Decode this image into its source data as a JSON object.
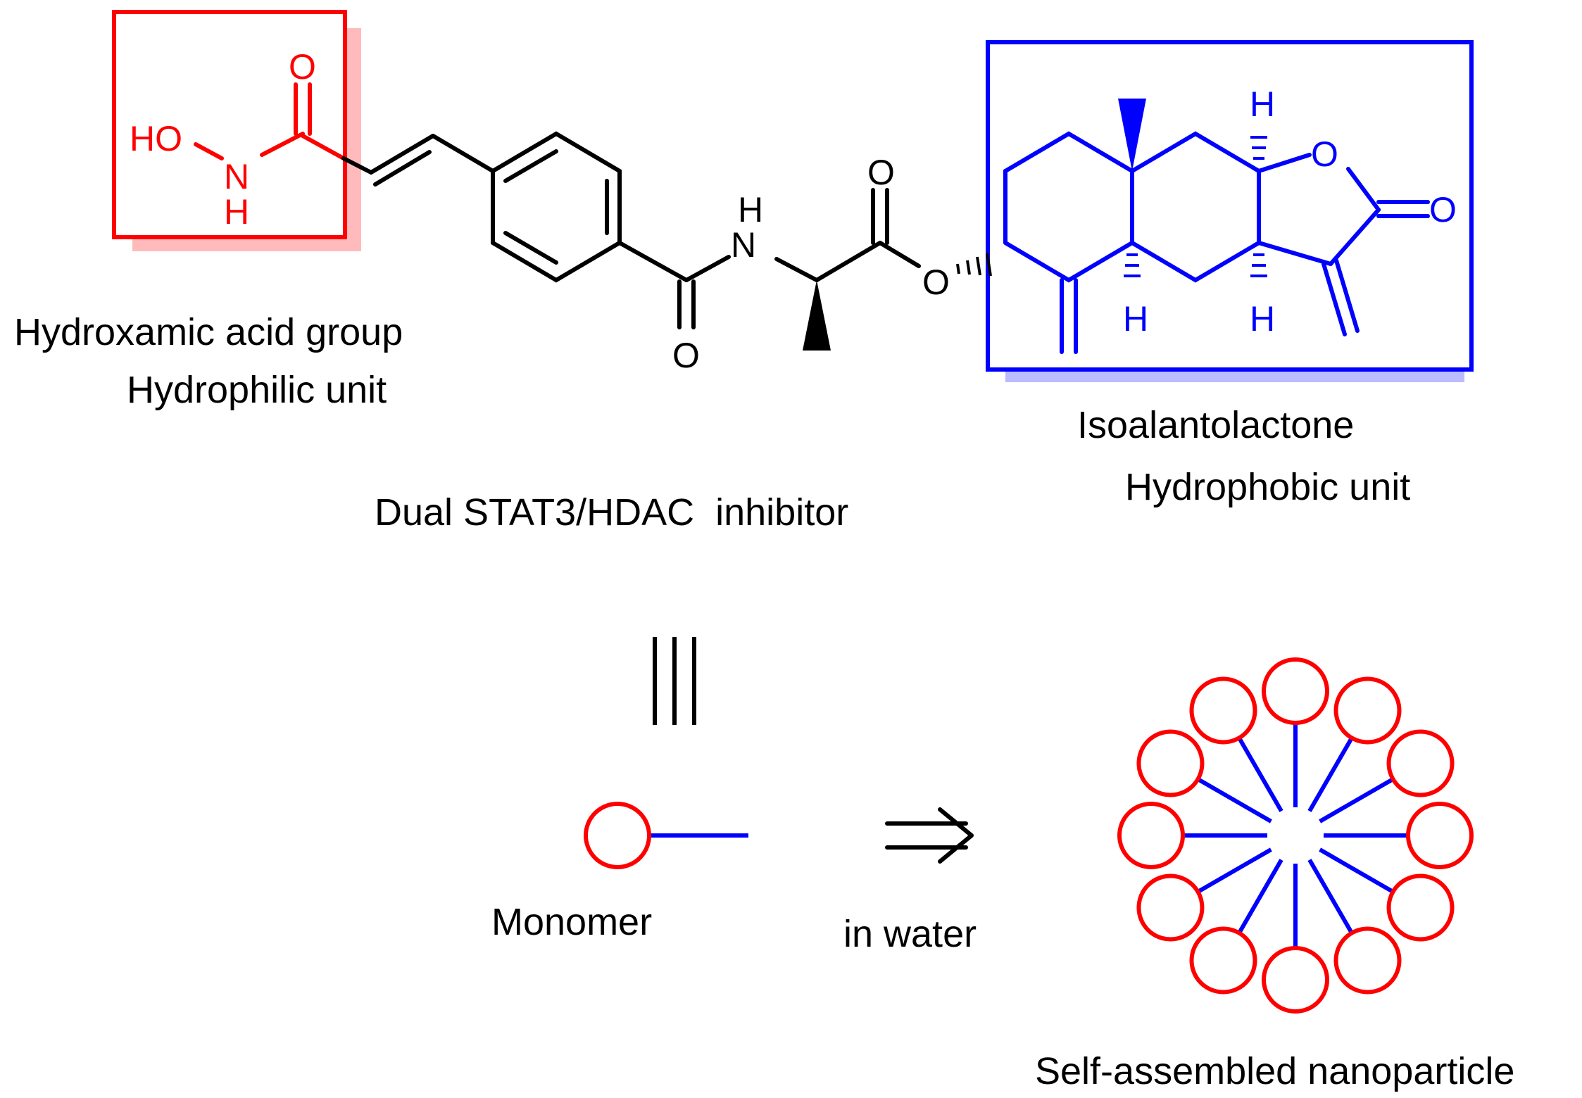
{
  "colors": {
    "hydrophilic": "#ff0000",
    "hydrophobic": "#0000ff",
    "hydrophilic_shadow": "#ffbbbb",
    "hydrophobic_shadow": "#bbbbff",
    "text": "#000000"
  },
  "labels": {
    "hydrophilic_line1": "Hydroxamic acid group",
    "hydrophilic_line2": "Hydrophilic unit",
    "hydrophobic_line1": "Isoalantolactone",
    "hydrophobic_line2": "Hydrophobic unit",
    "compound": "Dual STAT3/HDAC  inhibitor",
    "monomer": "Monomer",
    "condition": "in water",
    "product": "Self-assembled nanoparticle"
  },
  "atoms": {
    "oxygen": "O",
    "nitrogen": "N",
    "hydrogen": "H",
    "hydroxyl": "HO"
  },
  "symbols": {
    "equivalent": "equivalence-bars",
    "arrow": "double-arrow-right"
  },
  "nanoparticle": {
    "monomer_count": 12
  }
}
